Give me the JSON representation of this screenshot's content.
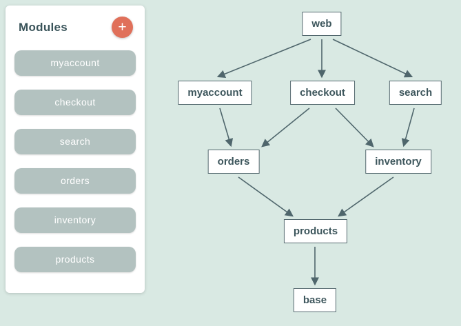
{
  "sidebar": {
    "title": "Modules",
    "add_button_label": "+",
    "items": [
      {
        "label": "myaccount"
      },
      {
        "label": "checkout"
      },
      {
        "label": "search"
      },
      {
        "label": "orders"
      },
      {
        "label": "inventory"
      },
      {
        "label": "products"
      }
    ]
  },
  "graph": {
    "nodes": [
      {
        "id": "web",
        "label": "web"
      },
      {
        "id": "myaccount",
        "label": "myaccount"
      },
      {
        "id": "checkout",
        "label": "checkout"
      },
      {
        "id": "search",
        "label": "search"
      },
      {
        "id": "orders",
        "label": "orders"
      },
      {
        "id": "inventory",
        "label": "inventory"
      },
      {
        "id": "products",
        "label": "products"
      },
      {
        "id": "base",
        "label": "base"
      }
    ],
    "edges": [
      {
        "from": "web",
        "to": "myaccount"
      },
      {
        "from": "web",
        "to": "checkout"
      },
      {
        "from": "web",
        "to": "search"
      },
      {
        "from": "myaccount",
        "to": "orders"
      },
      {
        "from": "checkout",
        "to": "orders"
      },
      {
        "from": "checkout",
        "to": "inventory"
      },
      {
        "from": "search",
        "to": "inventory"
      },
      {
        "from": "orders",
        "to": "products"
      },
      {
        "from": "inventory",
        "to": "products"
      },
      {
        "from": "products",
        "to": "base"
      }
    ]
  },
  "colors": {
    "background": "#d9e9e3",
    "accent": "#e0705a",
    "pill": "#b3c2c0",
    "node_border": "#52676d",
    "text_dark": "#3d565c",
    "arrow": "#4f666c"
  }
}
